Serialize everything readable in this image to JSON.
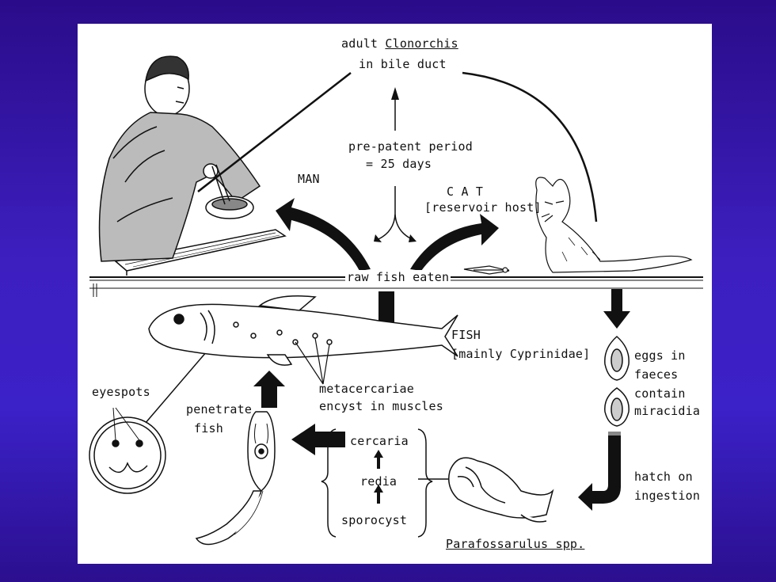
{
  "slide": {
    "background_top": "#2a0c8a",
    "background_bottom": "#2b0f8f",
    "panel_color": "#ffffff"
  },
  "diagram": {
    "adult_line1": "adult",
    "adult_genus": "Clonorchis",
    "adult_line2": "in bile duct",
    "prepatent_line1": "pre-patent period",
    "prepatent_line2": "= 25 days",
    "man": "MAN",
    "cat": "C A T",
    "cat_note": "[reservoir host]",
    "raw_fish": "raw fish eaten",
    "fish_title": "FISH",
    "fish_note": "[mainly Cyprinidae]",
    "eggs": [
      "eggs in",
      "faeces",
      "contain",
      "miracidia"
    ],
    "eyespots": "eyespots",
    "penetrate": [
      "penetrate",
      "fish"
    ],
    "metacercariae": [
      "metacercariae",
      "encyst in muscles"
    ],
    "cercaria": "cercaria",
    "redia": "redia",
    "sporocyst": "sporocyst",
    "hatch": [
      "hatch on",
      "ingestion"
    ],
    "snail": "Parafossarulus spp."
  }
}
